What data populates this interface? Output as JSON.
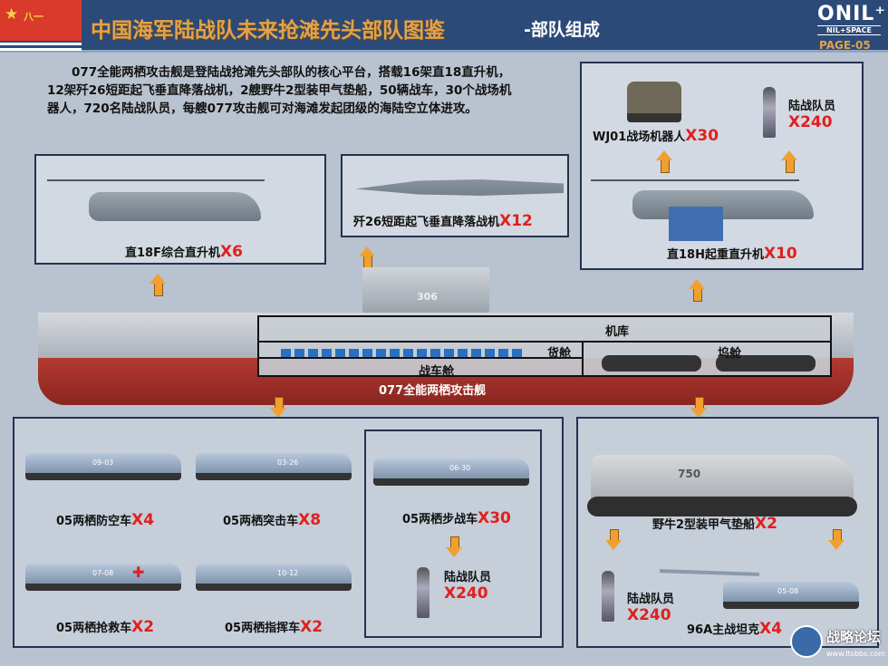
{
  "header": {
    "title": "中国海军陆战队未来抢滩先头部队图鉴",
    "subtitle": "-部队组成",
    "flag_text": "八一",
    "logo": "NIL+SPACE",
    "page": "PAGE-05"
  },
  "intro": "077全能两栖攻击舰是登陆战抢滩先头部队的核心平台，搭载16架直18直升机，12架歼26短距起飞垂直降落战机，2艘野牛2型装甲气垫船，50辆战车，30个战场机器人，720名陆战队员，每艘077攻击舰可对海滩发起团级的海陆空立体进攻。",
  "ship": {
    "name": "077全能两栖攻击舰",
    "hull_number": "306",
    "decks": {
      "hangar": "机库",
      "cargo": "货舱",
      "vehicle": "战车舱",
      "well": "坞舱"
    }
  },
  "top_units": [
    {
      "name": "直18F综合直升机",
      "count": "X6"
    },
    {
      "name": "歼26短距起飞垂直降落战机",
      "count": "X12"
    },
    {
      "name": "直18H起重直升机",
      "count": "X10"
    },
    {
      "name": "WJ01战场机器人",
      "count": "X30"
    },
    {
      "name": "陆战队员",
      "count": "X240"
    }
  ],
  "vehicles": [
    {
      "name": "05两栖防空车",
      "count": "X4",
      "hull": "09-03"
    },
    {
      "name": "05两栖突击车",
      "count": "X8",
      "hull": "03-26"
    },
    {
      "name": "05两栖步战车",
      "count": "X30",
      "hull": "06-30"
    },
    {
      "name": "05两栖抢救车",
      "count": "X2",
      "hull": "07-08"
    },
    {
      "name": "05两栖指挥车",
      "count": "X2",
      "hull": "10-12"
    }
  ],
  "infantry_left": {
    "name": "陆战队员",
    "count": "X240"
  },
  "hovercraft": {
    "name": "野牛2型装甲气垫船",
    "count": "X2",
    "hull": "750"
  },
  "infantry_right": {
    "name": "陆战队员",
    "count": "X240"
  },
  "tank": {
    "name": "96A主战坦克",
    "count": "X4",
    "hull": "05-08"
  },
  "watermark": {
    "text": "战略论坛",
    "url": "www.ltsbbs.com"
  },
  "colors": {
    "header": "#2b4a78",
    "title": "#e3a24a",
    "count": "#e0201e",
    "arrow": "#f0a030",
    "hull": "#b23a30"
  }
}
